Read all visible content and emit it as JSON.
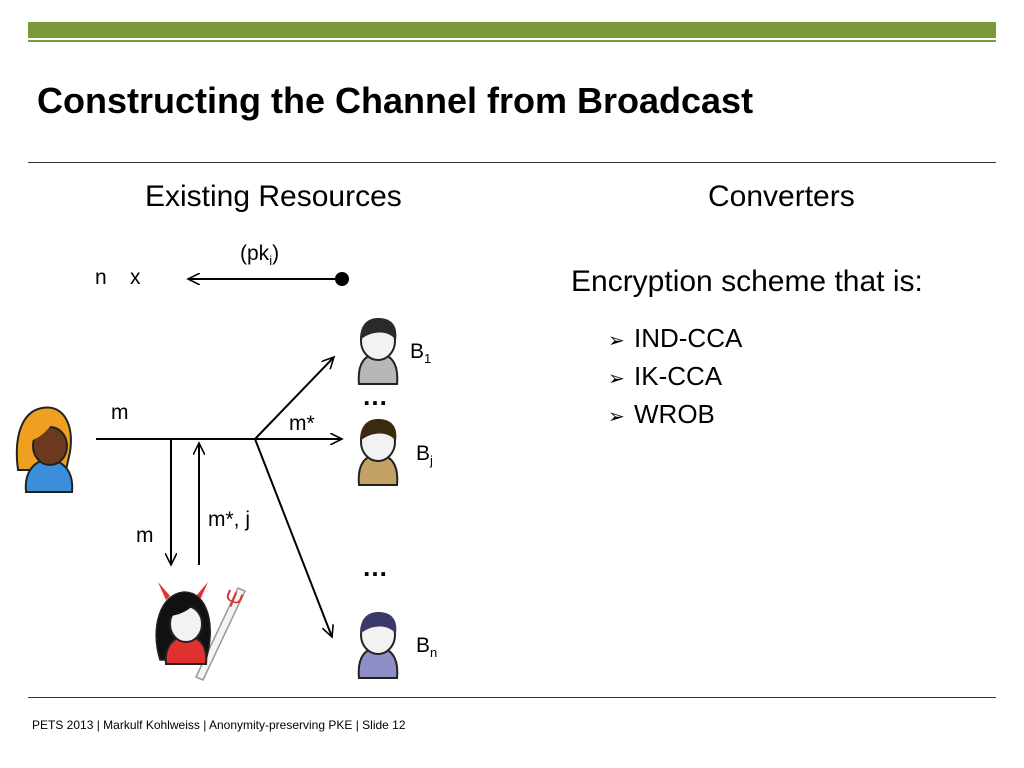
{
  "slide": {
    "title": "Constructing the Channel from Broadcast",
    "footer": "PETS 2013 | Markulf Kohlweiss | Anonymity-preserving PKE | Slide 12"
  },
  "left_column": {
    "heading": "Existing Resources",
    "pk_label": "(pk",
    "pk_sub": "i",
    "pk_close": ")",
    "n_label": "n",
    "x_label": "x",
    "m_label_top": "m",
    "m_label_bottom": "m",
    "mstar_label": "m*",
    "mstarj_label": "m*, j",
    "ellipsis_1": "…",
    "ellipsis_2": "…",
    "receivers": [
      {
        "base": "B",
        "sub": "1",
        "color": "#b7b7b7"
      },
      {
        "base": "B",
        "sub": "j",
        "color": "#c4a265"
      },
      {
        "base": "B",
        "sub": "n",
        "color": "#8f8fc8"
      }
    ]
  },
  "right_column": {
    "heading": "Converters",
    "intro": "Encryption scheme that is:",
    "bullets": [
      "IND-CCA",
      "IK-CCA",
      "WROB"
    ]
  },
  "colors": {
    "accent_bar": "#7a9a3a",
    "sender_shirt": "#3a8fd8",
    "sender_hair": "#f0a020",
    "adversary_shirt": "#e03030"
  },
  "icons": {
    "sender": "person-icon",
    "adversary": "devil-person-icon",
    "receiver": "person-icon"
  }
}
